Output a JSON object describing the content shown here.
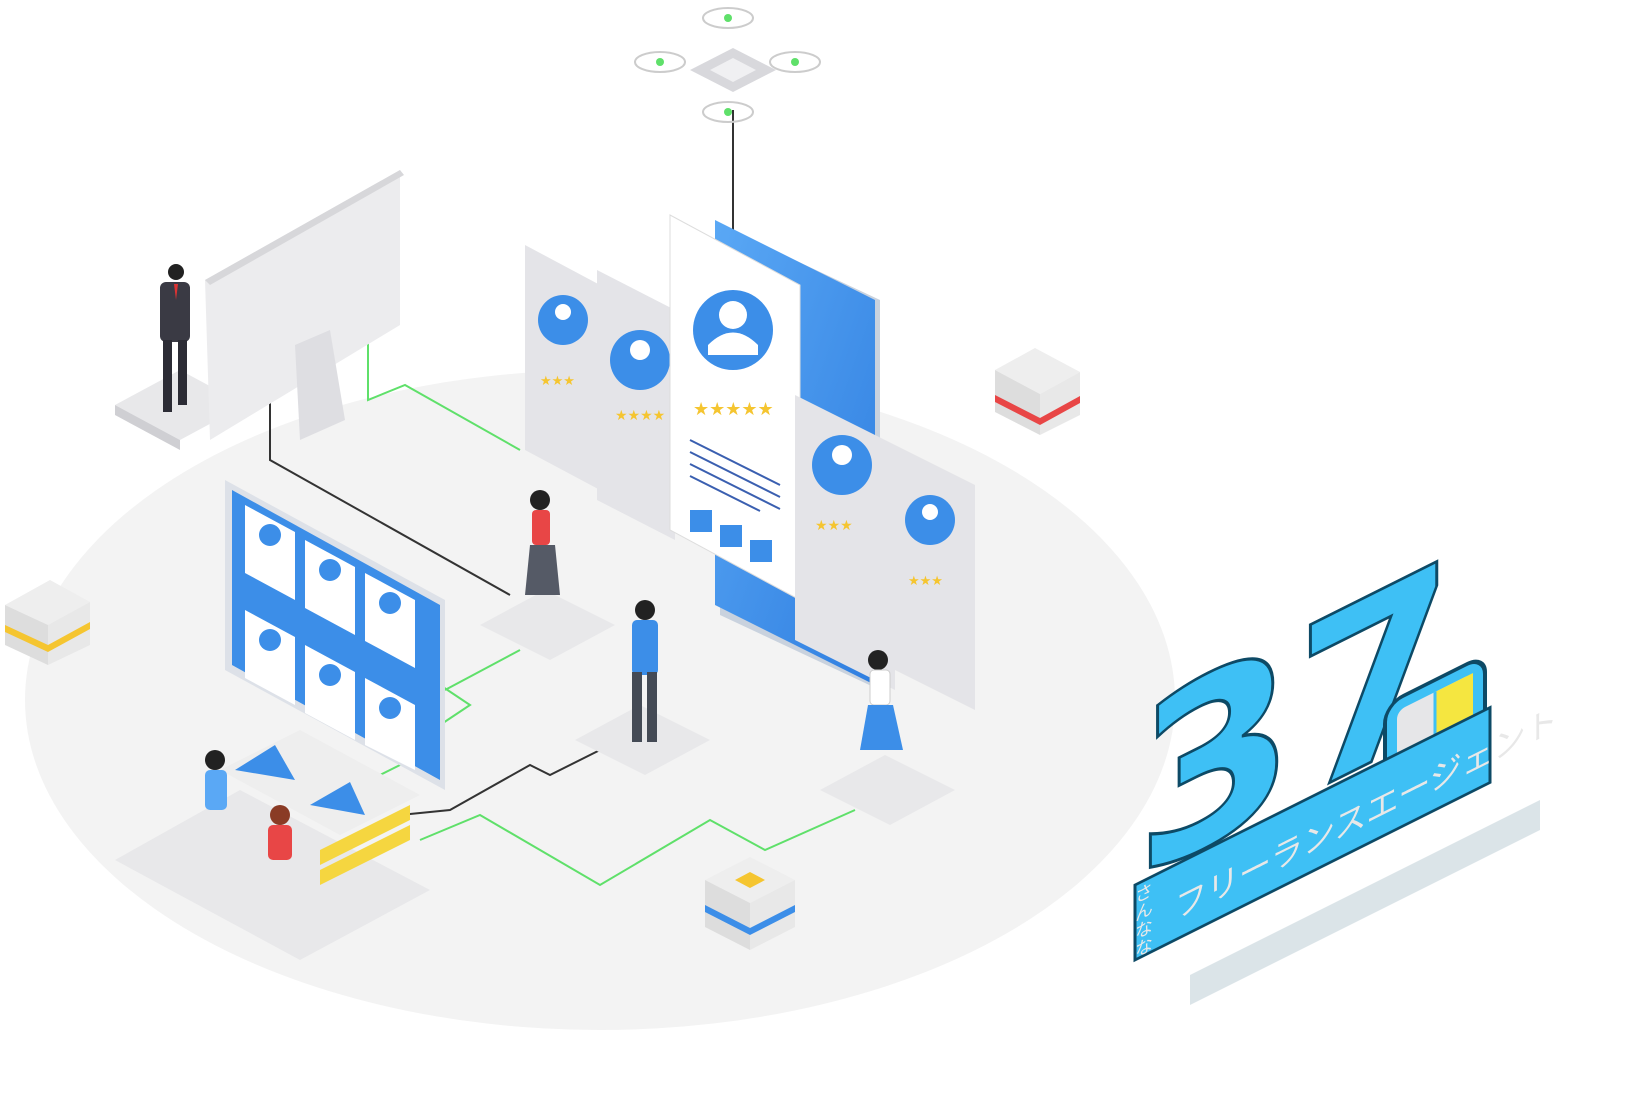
{
  "logo": {
    "numeral": "37",
    "reading": "さんなな",
    "tagline": "フリーランスエージェント"
  },
  "colors": {
    "brand_blue": "#3ec0f5",
    "brand_dark": "#0d4a66",
    "screen_blue": "#3c8ee8",
    "accent_yellow": "#f5d640",
    "accent_red": "#e84646",
    "line_green": "#5fe06a",
    "floor": "#f3f3f3"
  },
  "profile_cards": [
    {
      "stars": 3
    },
    {
      "stars": 4
    },
    {
      "stars": 5
    },
    {
      "stars": 3
    },
    {
      "stars": 3
    }
  ]
}
